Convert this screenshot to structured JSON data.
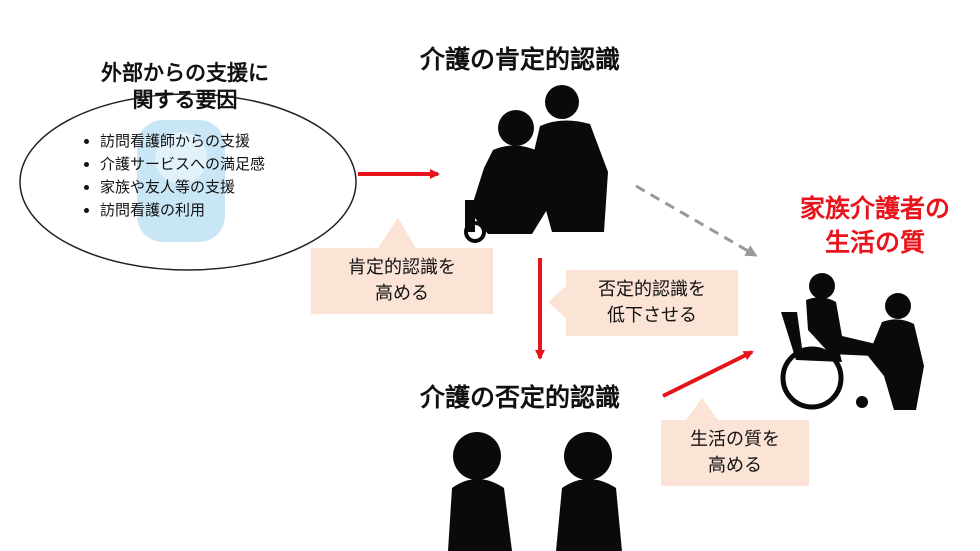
{
  "external": {
    "title_line1": "外部からの支援に",
    "title_line2": "関する要因",
    "items": [
      "訪問看護師からの支援",
      "介護サービスへの満足感",
      "家族や友人等の支援",
      "訪問看護の利用"
    ]
  },
  "positive": {
    "title": "介護の肯定的認識"
  },
  "negative": {
    "title": "介護の否定的認識"
  },
  "qol": {
    "title_line1": "家族介護者の",
    "title_line2": "生活の質"
  },
  "callouts": {
    "raise_positive": {
      "line1": "肯定的認識を",
      "line2": "高める"
    },
    "lower_negative": {
      "line1": "否定的認識を",
      "line2": "低下させる"
    },
    "raise_qol": {
      "line1": "生活の質を",
      "line2": "高める"
    }
  },
  "colors": {
    "arrow": "#e8141c",
    "dashed_arrow": "#999999",
    "callout_bg": "#fbe3d6",
    "qol_title": "#e8141c",
    "silhouette": "#0a0a0a",
    "nurse_icon": "#c9e6f7"
  },
  "icons": {
    "external_bg": "nurse-icon",
    "positive": "elderly-couple-silhouette",
    "negative": "two-heads-silhouette",
    "qol": "wheelchair-caregiver-silhouette"
  }
}
